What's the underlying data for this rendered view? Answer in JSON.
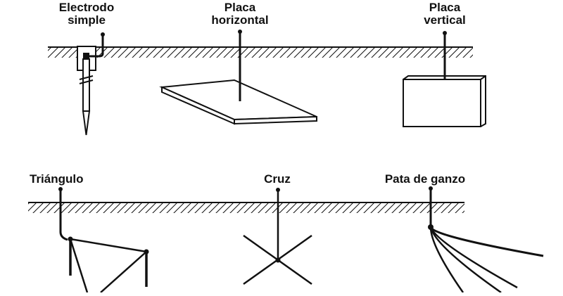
{
  "labels": {
    "electrodo_simple_1": "Electrodo",
    "electrodo_simple_2": "simple",
    "placa_horizontal_1": "Placa",
    "placa_horizontal_2": "horizontal",
    "placa_vertical_1": "Placa",
    "placa_vertical_2": "vertical",
    "triangulo": "Triángulo",
    "cruz": "Cruz",
    "pata_de_ganzo": "Pata de ganzo"
  },
  "colors": {
    "stroke": "#111111",
    "background": "#ffffff"
  }
}
